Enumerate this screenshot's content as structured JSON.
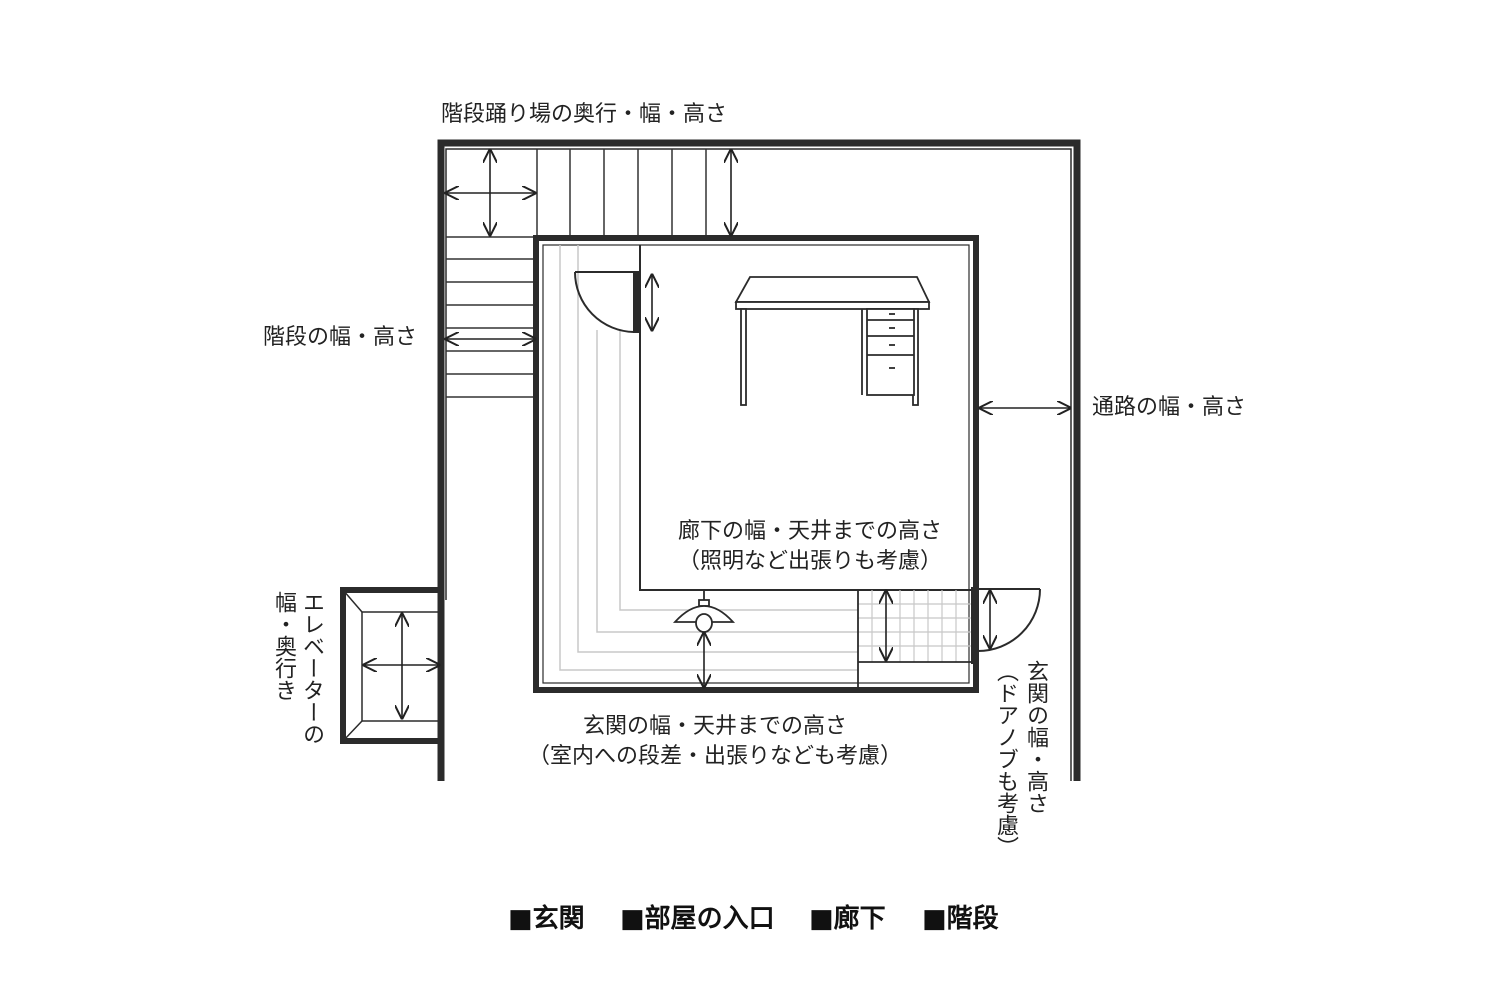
{
  "labels": {
    "landing": "階段踊り場の奥行・幅・高さ",
    "stairs": "階段の幅・高さ",
    "passage": "通路の幅・高さ",
    "hallway_line1": "廊下の幅・天井までの高さ",
    "hallway_line2": "（照明など出張りも考慮）",
    "entrance_line1": "玄関の幅・天井までの高さ",
    "entrance_line2": "（室内への段差・出張りなども考慮）",
    "elevator_col1": "エレベーターの",
    "elevator_col2": "幅・奥行き",
    "door_col1": "玄関の幅・高さ",
    "door_col2": "（ドアノブも考慮）"
  },
  "legend": [
    {
      "label": "■玄関"
    },
    {
      "label": "■部屋の入口"
    },
    {
      "label": "■廊下"
    },
    {
      "label": "■階段"
    }
  ],
  "colors": {
    "wall": "#2b2b2b",
    "line": "#333333",
    "light_grid": "#c8c8c8"
  }
}
